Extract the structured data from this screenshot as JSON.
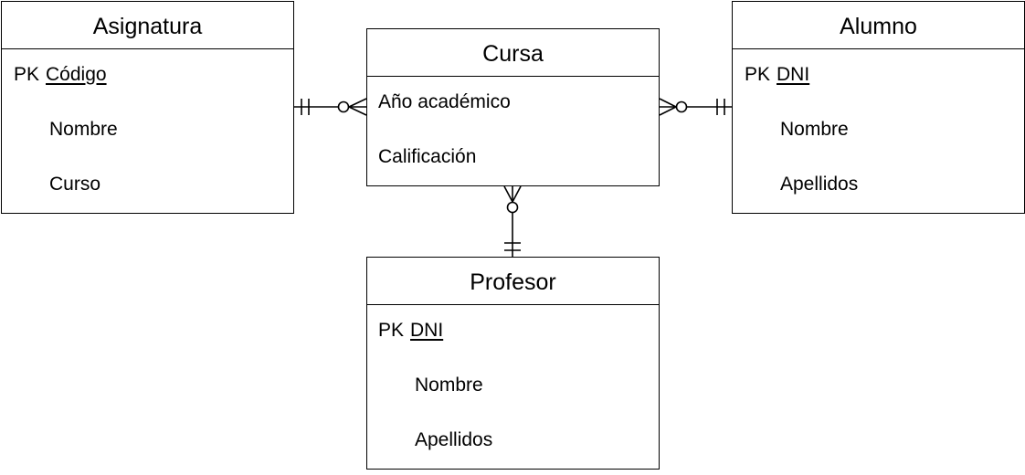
{
  "diagram": {
    "entities": {
      "asignatura": {
        "title": "Asignatura",
        "pk_prefix": "PK",
        "pk_name": "Código",
        "attributes": [
          "Nombre",
          "Curso"
        ]
      },
      "cursa": {
        "title": "Cursa",
        "attributes": [
          "Año académico",
          "Calificación"
        ]
      },
      "alumno": {
        "title": "Alumno",
        "pk_prefix": "PK",
        "pk_name": "DNI",
        "attributes": [
          "Nombre",
          "Apellidos"
        ]
      },
      "profesor": {
        "title": "Profesor",
        "pk_prefix": "PK",
        "pk_name": "DNI",
        "attributes": [
          "Nombre",
          "Apellidos"
        ]
      }
    },
    "relationships": [
      {
        "from": "asignatura",
        "to": "cursa",
        "from_cardinality": "one-and-only-one",
        "to_cardinality": "zero-or-many"
      },
      {
        "from": "alumno",
        "to": "cursa",
        "from_cardinality": "one-and-only-one",
        "to_cardinality": "zero-or-many"
      },
      {
        "from": "profesor",
        "to": "cursa",
        "from_cardinality": "one-and-only-one",
        "to_cardinality": "zero-or-many"
      }
    ]
  }
}
